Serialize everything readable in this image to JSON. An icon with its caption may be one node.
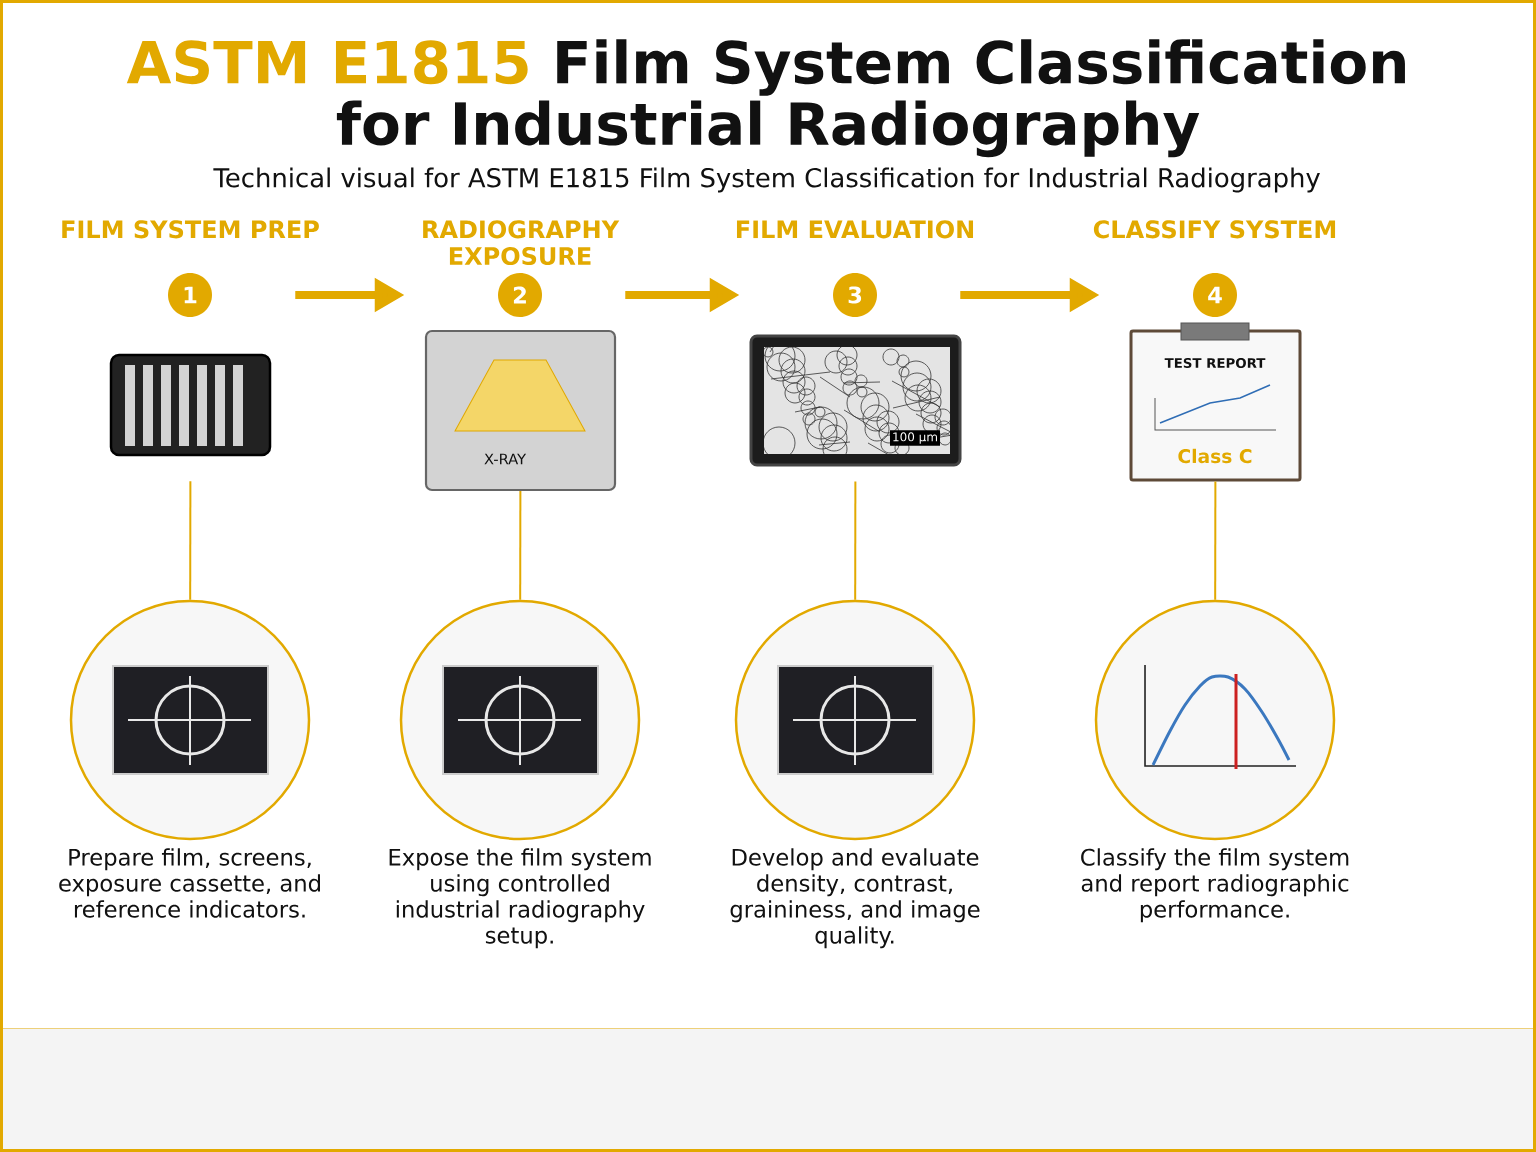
{
  "diagram": {
    "title": "ASTM E1815 Film System Classification for Industrial Radiography",
    "nodes": [
      {
        "text": [
          "FILM SYSTEM PREP",
          "1"
        ]
      },
      {
        "text": [
          "RADIOGRAPHY EXPOSURE",
          "2"
        ]
      },
      {
        "text": [
          "FILM EVALUATION",
          "3"
        ]
      },
      {
        "text": [
          "CLASSIFY SYSTEM",
          "4"
        ]
      },
      {
        "text": [],
        "shape": "picture"
      },
      {
        "text": [
          "X-RAY"
        ]
      },
      {
        "text": [
          "100 µm"
        ]
      },
      {
        "text": [
          "TEST REPORT",
          "Class C"
        ]
      },
      {
        "text": [],
        "shape": "circle",
        "beside": [
          "Prepare film, screens, exposure cassette, and reference indicators."
        ]
      },
      {
        "text": [],
        "shape": "circle",
        "beside": [
          "Expose the film system using controlled industrial radiography setup."
        ]
      },
      {
        "text": [],
        "shape": "circle",
        "beside": [
          "Develop and evaluate density, contrast, graininess, and image quality."
        ]
      },
      {
        "text": [],
        "shape": "circle",
        "beside": [
          "Classify the film system and report radiographic performance."
        ]
      }
    ],
    "edges": [
      {
        "from": 0,
        "to": 1,
        "arrow": "to",
        "style": "thick"
      },
      {
        "from": 1,
        "to": 2,
        "arrow": "to",
        "style": "thick"
      },
      {
        "from": 2,
        "to": 3,
        "arrow": "to",
        "style": "thick"
      },
      {
        "from": 4,
        "to": 8,
        "arrow": "none"
      },
      {
        "from": 5,
        "to": 9,
        "arrow": "none"
      },
      {
        "from": 6,
        "to": 10,
        "arrow": "none"
      },
      {
        "from": 7,
        "to": 11,
        "arrow": "none"
      }
    ],
    "labels": [
      "Technical visual for ASTM E1815 Film System Classification for Industrial Radiography"
    ]
  }
}
